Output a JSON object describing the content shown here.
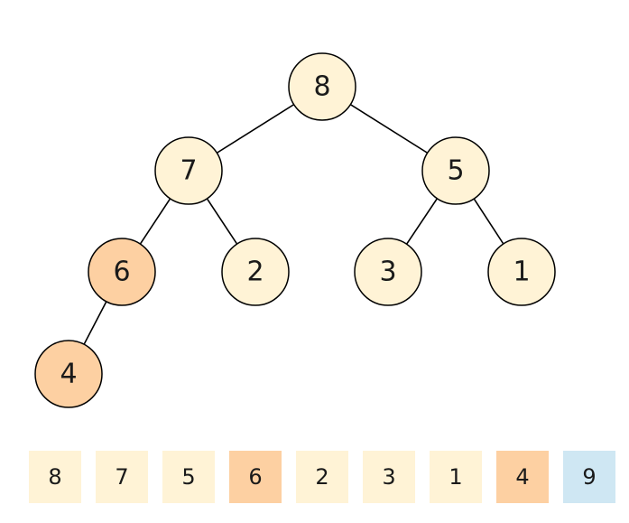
{
  "colors": {
    "normal": "#fff3d6",
    "highlight": "#fdd0a2",
    "new": "#cfe7f3"
  },
  "tree": {
    "nodes": [
      {
        "id": "n0",
        "label": "8",
        "state": "normal"
      },
      {
        "id": "n1",
        "label": "7",
        "state": "normal"
      },
      {
        "id": "n2",
        "label": "5",
        "state": "normal"
      },
      {
        "id": "n3",
        "label": "6",
        "state": "highlight"
      },
      {
        "id": "n4",
        "label": "2",
        "state": "normal"
      },
      {
        "id": "n5",
        "label": "3",
        "state": "normal"
      },
      {
        "id": "n6",
        "label": "1",
        "state": "normal"
      },
      {
        "id": "n7",
        "label": "4",
        "state": "highlight"
      }
    ],
    "edges": [
      {
        "from": "n0",
        "to": "n1"
      },
      {
        "from": "n0",
        "to": "n2"
      },
      {
        "from": "n1",
        "to": "n3"
      },
      {
        "from": "n1",
        "to": "n4"
      },
      {
        "from": "n2",
        "to": "n5"
      },
      {
        "from": "n2",
        "to": "n6"
      },
      {
        "from": "n3",
        "to": "n7"
      }
    ]
  },
  "array": [
    {
      "label": "8",
      "state": "normal"
    },
    {
      "label": "7",
      "state": "normal"
    },
    {
      "label": "5",
      "state": "normal"
    },
    {
      "label": "6",
      "state": "highlight"
    },
    {
      "label": "2",
      "state": "normal"
    },
    {
      "label": "3",
      "state": "normal"
    },
    {
      "label": "1",
      "state": "normal"
    },
    {
      "label": "4",
      "state": "highlight"
    },
    {
      "label": "9",
      "state": "new"
    }
  ]
}
